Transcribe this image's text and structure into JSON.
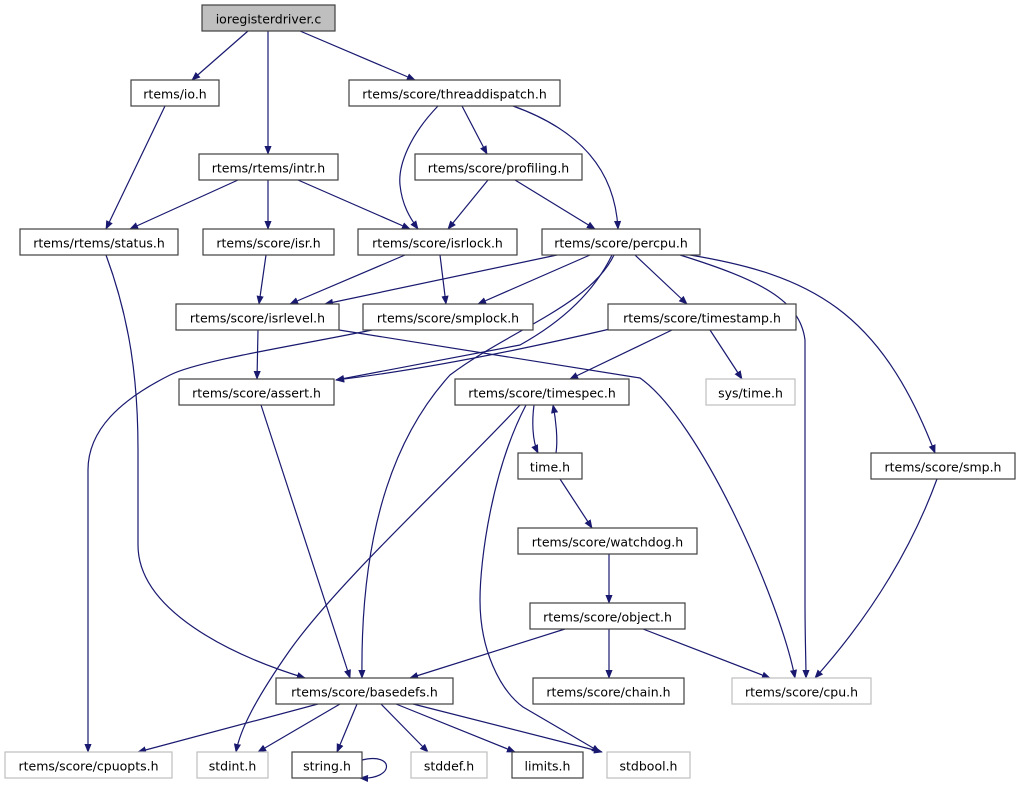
{
  "graph": {
    "edge_color": "#191970",
    "root_fill": "#bfbfbf",
    "nodes": [
      {
        "id": "ioregisterdriver",
        "label": "ioregisterdriver.c",
        "root": true
      },
      {
        "id": "io",
        "label": "rtems/io.h"
      },
      {
        "id": "threaddispatch",
        "label": "rtems/score/threaddispatch.h"
      },
      {
        "id": "intr",
        "label": "rtems/rtems/intr.h"
      },
      {
        "id": "profiling",
        "label": "rtems/score/profiling.h"
      },
      {
        "id": "status",
        "label": "rtems/rtems/status.h"
      },
      {
        "id": "isr",
        "label": "rtems/score/isr.h"
      },
      {
        "id": "isrlock",
        "label": "rtems/score/isrlock.h"
      },
      {
        "id": "percpu",
        "label": "rtems/score/percpu.h"
      },
      {
        "id": "isrlevel",
        "label": "rtems/score/isrlevel.h"
      },
      {
        "id": "smplock",
        "label": "rtems/score/smplock.h"
      },
      {
        "id": "timestamp",
        "label": "rtems/score/timestamp.h"
      },
      {
        "id": "assert",
        "label": "rtems/score/assert.h"
      },
      {
        "id": "timespec",
        "label": "rtems/score/timespec.h"
      },
      {
        "id": "systime",
        "label": "sys/time.h",
        "external": true
      },
      {
        "id": "time",
        "label": "time.h"
      },
      {
        "id": "smp",
        "label": "rtems/score/smp.h"
      },
      {
        "id": "watchdog",
        "label": "rtems/score/watchdog.h"
      },
      {
        "id": "object",
        "label": "rtems/score/object.h"
      },
      {
        "id": "basedefs",
        "label": "rtems/score/basedefs.h"
      },
      {
        "id": "chain",
        "label": "rtems/score/chain.h"
      },
      {
        "id": "cpu",
        "label": "rtems/score/cpu.h",
        "external": true
      },
      {
        "id": "cpuopts",
        "label": "rtems/score/cpuopts.h",
        "external": true
      },
      {
        "id": "stdint",
        "label": "stdint.h",
        "external": true
      },
      {
        "id": "string",
        "label": "string.h"
      },
      {
        "id": "stddef",
        "label": "stddef.h",
        "external": true
      },
      {
        "id": "limits",
        "label": "limits.h"
      },
      {
        "id": "stdbool",
        "label": "stdbool.h",
        "external": true
      }
    ],
    "edges": [
      [
        "ioregisterdriver",
        "io"
      ],
      [
        "ioregisterdriver",
        "intr"
      ],
      [
        "ioregisterdriver",
        "threaddispatch"
      ],
      [
        "io",
        "status"
      ],
      [
        "threaddispatch",
        "isrlock"
      ],
      [
        "threaddispatch",
        "profiling"
      ],
      [
        "threaddispatch",
        "percpu"
      ],
      [
        "intr",
        "status"
      ],
      [
        "intr",
        "isr"
      ],
      [
        "intr",
        "isrlock"
      ],
      [
        "profiling",
        "isrlock"
      ],
      [
        "profiling",
        "percpu"
      ],
      [
        "status",
        "basedefs"
      ],
      [
        "isr",
        "isrlevel"
      ],
      [
        "isrlock",
        "isrlevel"
      ],
      [
        "isrlock",
        "smplock"
      ],
      [
        "percpu",
        "isrlevel"
      ],
      [
        "percpu",
        "smplock"
      ],
      [
        "percpu",
        "assert"
      ],
      [
        "percpu",
        "basedefs"
      ],
      [
        "percpu",
        "timestamp"
      ],
      [
        "percpu",
        "cpu"
      ],
      [
        "percpu",
        "smp"
      ],
      [
        "isrlevel",
        "assert"
      ],
      [
        "isrlevel",
        "cpu"
      ],
      [
        "smplock",
        "cpuopts"
      ],
      [
        "timestamp",
        "assert"
      ],
      [
        "timestamp",
        "timespec"
      ],
      [
        "timestamp",
        "systime"
      ],
      [
        "assert",
        "basedefs"
      ],
      [
        "timespec",
        "stdint"
      ],
      [
        "timespec",
        "stdbool"
      ],
      [
        "timespec",
        "time"
      ],
      [
        "time",
        "timespec"
      ],
      [
        "time",
        "watchdog"
      ],
      [
        "smp",
        "cpu"
      ],
      [
        "watchdog",
        "object"
      ],
      [
        "object",
        "basedefs"
      ],
      [
        "object",
        "chain"
      ],
      [
        "object",
        "cpu"
      ],
      [
        "basedefs",
        "cpuopts"
      ],
      [
        "basedefs",
        "stdint"
      ],
      [
        "basedefs",
        "string"
      ],
      [
        "basedefs",
        "stddef"
      ],
      [
        "basedefs",
        "limits"
      ],
      [
        "basedefs",
        "stdbool"
      ],
      [
        "string",
        "string"
      ]
    ]
  }
}
